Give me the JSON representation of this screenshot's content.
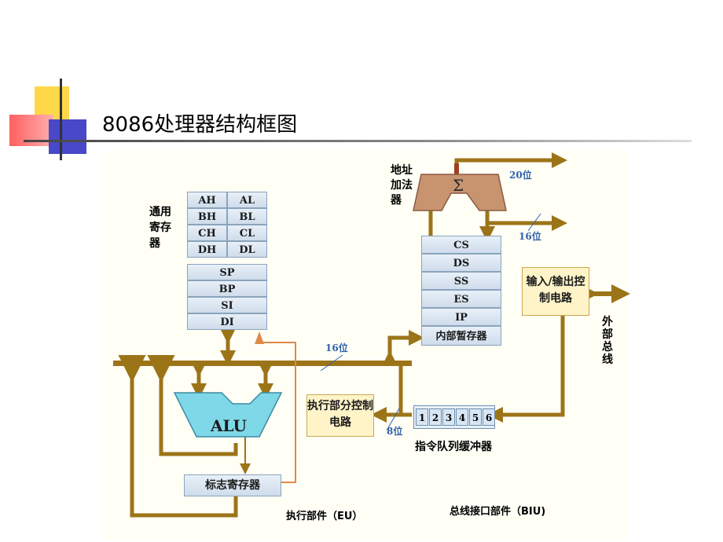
{
  "title": "8086处理器结构框图",
  "eu": {
    "gp_label": "通用寄存器",
    "reg_pairs": [
      [
        "AH",
        "AL"
      ],
      [
        "BH",
        "BL"
      ],
      [
        "CH",
        "CL"
      ],
      [
        "DH",
        "DL"
      ]
    ],
    "reg_singles": [
      "SP",
      "BP",
      "SI",
      "DI"
    ],
    "alu": "ALU",
    "flags": "标志寄存器",
    "control": "执行部分控制电路",
    "name": "执行部件（EU）"
  },
  "biu": {
    "adder_label": "地址加法器",
    "sigma": "Σ",
    "seg_regs": [
      "CS",
      "DS",
      "SS",
      "ES",
      "IP",
      "内部暂存器"
    ],
    "io_control": "输入/输出控制电路",
    "external_bus": "外部总线",
    "queue": [
      "1",
      "2",
      "3",
      "4",
      "5",
      "6"
    ],
    "queue_label": "指令队列缓冲器",
    "name": "总线接口部件（BIU)"
  },
  "bus_widths": {
    "addr_out": "20位",
    "data_io": "16位",
    "internal": "16位",
    "queue_in": "8位"
  },
  "colors": {
    "bus": "#9c7418",
    "alu": "#7fd8e8",
    "adder": "#c89470",
    "bus_red": "#a04020",
    "thin": "#e08a4a"
  }
}
